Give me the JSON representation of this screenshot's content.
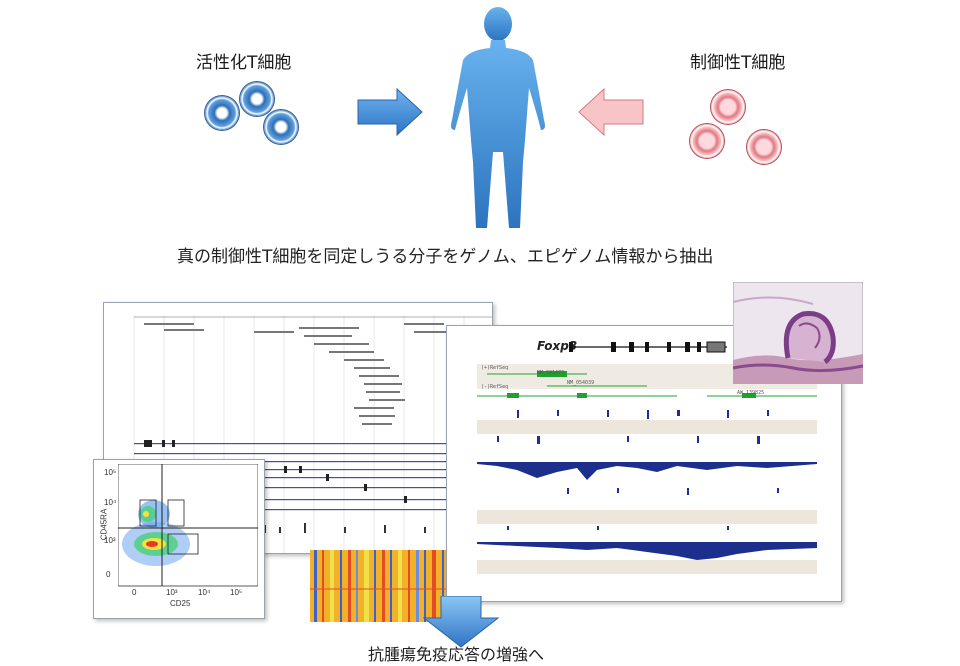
{
  "top": {
    "activated_label": "活性化T細胞",
    "regulatory_label": "制御性T細胞",
    "main_caption": "真の制御性T細胞を同定しうる分子をゲノム、エピゲノム情報から抽出",
    "bottom_caption": "抗腫瘍免疫応答の増強へ"
  },
  "genome_panel": {
    "gene": "Foxp3",
    "refseq_1": "(+)RefSeq",
    "refseq_2": "(-)RefSeq",
    "track_labels": [
      "NM_001473",
      "NM_054039",
      "AW_139825"
    ]
  },
  "flow_plot": {
    "y_axis": "CD45RA",
    "x_axis": "CD25",
    "x_ticks": [
      "0",
      "10³",
      "10⁴",
      "10⁵"
    ],
    "y_ticks": [
      "10⁵",
      "10⁴",
      "10³",
      "0"
    ]
  },
  "colors": {
    "activated": "#2f6fb5",
    "regulatory": "#d35962",
    "arrow_blue": "#3b86d6",
    "arrow_pink": "#f4b6ba",
    "human": "#3d8fd1"
  }
}
